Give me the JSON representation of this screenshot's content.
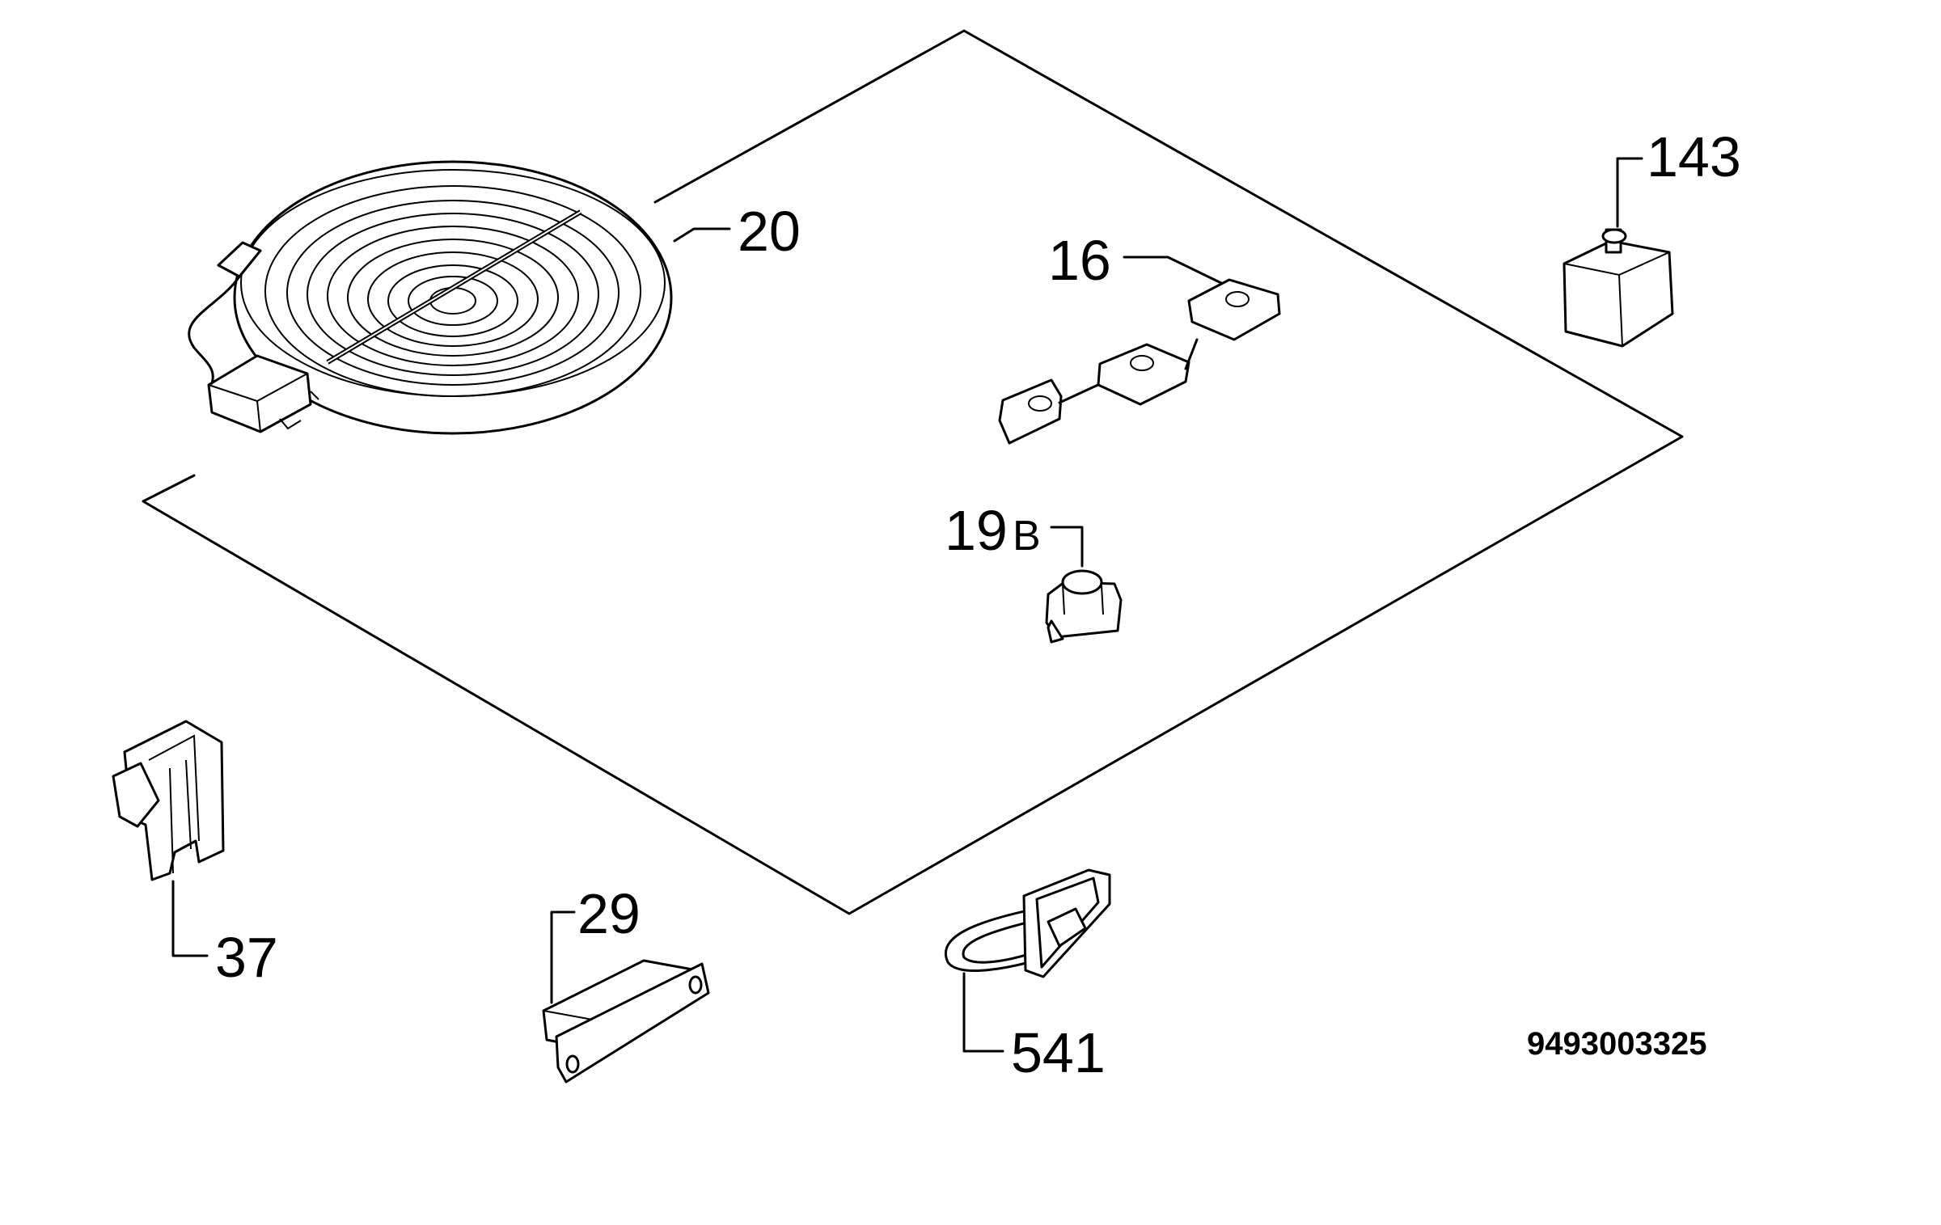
{
  "labels": {
    "hotplate": "20",
    "terminal_block": "16",
    "switch_143": "143",
    "connector_19": "19",
    "connector_19_suffix": "B",
    "clip_37": "37",
    "bracket_29": "29",
    "cable_541": "541"
  },
  "document_number": "9493003325"
}
